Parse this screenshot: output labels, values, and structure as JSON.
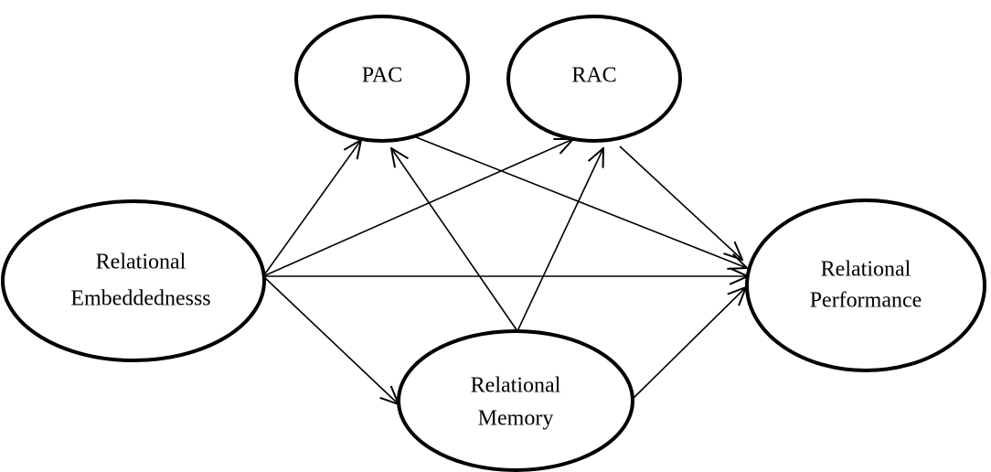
{
  "diagram": {
    "nodes": {
      "pac": {
        "label": "PAC"
      },
      "rac": {
        "label": "RAC"
      },
      "embeddedness": {
        "line1": "Relational",
        "line2": "Embeddednesss"
      },
      "performance": {
        "line1": "Relational",
        "line2": "Performance"
      },
      "memory": {
        "line1": "Relational",
        "line2": "Memory"
      }
    },
    "edges": [
      {
        "from": "Relational Embeddednesss",
        "to": "PAC"
      },
      {
        "from": "Relational Embeddednesss",
        "to": "RAC"
      },
      {
        "from": "Relational Embeddednesss",
        "to": "Relational Performance"
      },
      {
        "from": "Relational Embeddednesss",
        "to": "Relational Memory"
      },
      {
        "from": "Relational Memory",
        "to": "PAC"
      },
      {
        "from": "Relational Memory",
        "to": "RAC"
      },
      {
        "from": "Relational Memory",
        "to": "Relational Performance"
      },
      {
        "from": "PAC",
        "to": "Relational Performance"
      },
      {
        "from": "RAC",
        "to": "Relational Performance"
      }
    ]
  }
}
